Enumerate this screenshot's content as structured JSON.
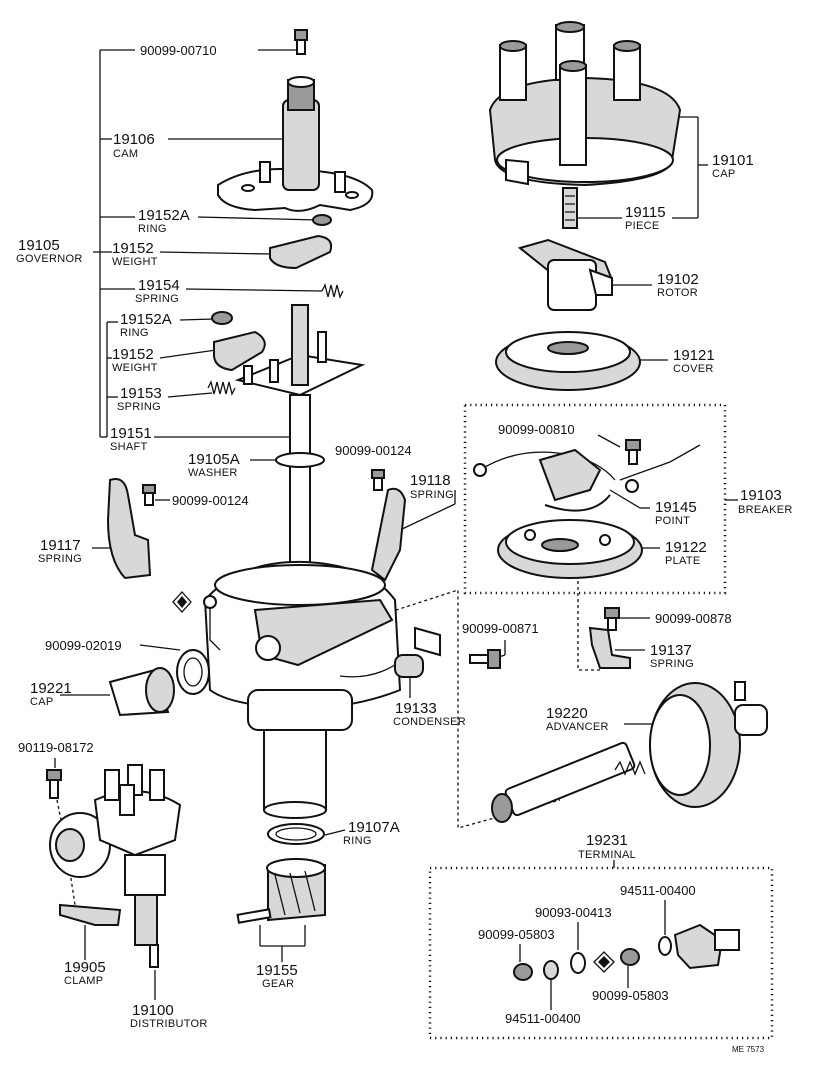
{
  "labels": {
    "p1_num": "90099-00710",
    "cam_num": "19106",
    "cam_name": "CAM",
    "ring1_num": "19152A",
    "ring1_name": "RING",
    "gov_num": "19105",
    "gov_name": "GOVERNOR",
    "weight1_num": "19152",
    "weight1_name": "WEIGHT",
    "spring1_num": "19154",
    "spring1_name": "SPRING",
    "ring2_num": "19152A",
    "ring2_name": "RING",
    "weight2_num": "19152",
    "weight2_name": "WEIGHT",
    "spring2_num": "19153",
    "spring2_name": "SPRING",
    "shaft_num": "19151",
    "shaft_name": "SHAFT",
    "washer_num": "19105A",
    "washer_name": "WASHER",
    "screw_b_num": "90099-00124",
    "screw_a_num": "90099-00124",
    "spr18_num": "19118",
    "spr18_name": "SPRING",
    "spr17_num": "19117",
    "spr17_name": "SPRING",
    "seal_num": "90099-02019",
    "capb_num": "19221",
    "capb_name": "CAP",
    "screw871_num": "90099-00871",
    "cond_num": "19133",
    "cond_name": "CONDENSER",
    "bolt172_num": "90119-08172",
    "ring7a_num": "19107A",
    "ring7a_name": "RING",
    "clamp_num": "19905",
    "clamp_name": "CLAMP",
    "gear_num": "19155",
    "gear_name": "GEAR",
    "dist_num": "19100",
    "dist_name": "DISTRIBUTOR",
    "cap_num": "19101",
    "cap_name": "CAP",
    "piece_num": "19115",
    "piece_name": "PIECE",
    "rotor_num": "19102",
    "rotor_name": "ROTOR",
    "cover_num": "19121",
    "cover_name": "COVER",
    "screw810_num": "90099-00810",
    "point_num": "19145",
    "point_name": "POINT",
    "breaker_num": "19103",
    "breaker_name": "BREAKER",
    "plate_num": "19122",
    "plate_name": "PLATE",
    "screw878_num": "90099-00878",
    "spr37_num": "19137",
    "spr37_name": "SPRING",
    "adv_num": "19220",
    "adv_name": "ADVANCER",
    "term_num": "19231",
    "term_name": "TERMINAL",
    "t1_num": "94511-00400",
    "t2_num": "90093-00413",
    "t3_num": "90099-05803",
    "t4_num": "90099-05803",
    "t5_num": "94511-00400",
    "code": "ME 7573"
  }
}
